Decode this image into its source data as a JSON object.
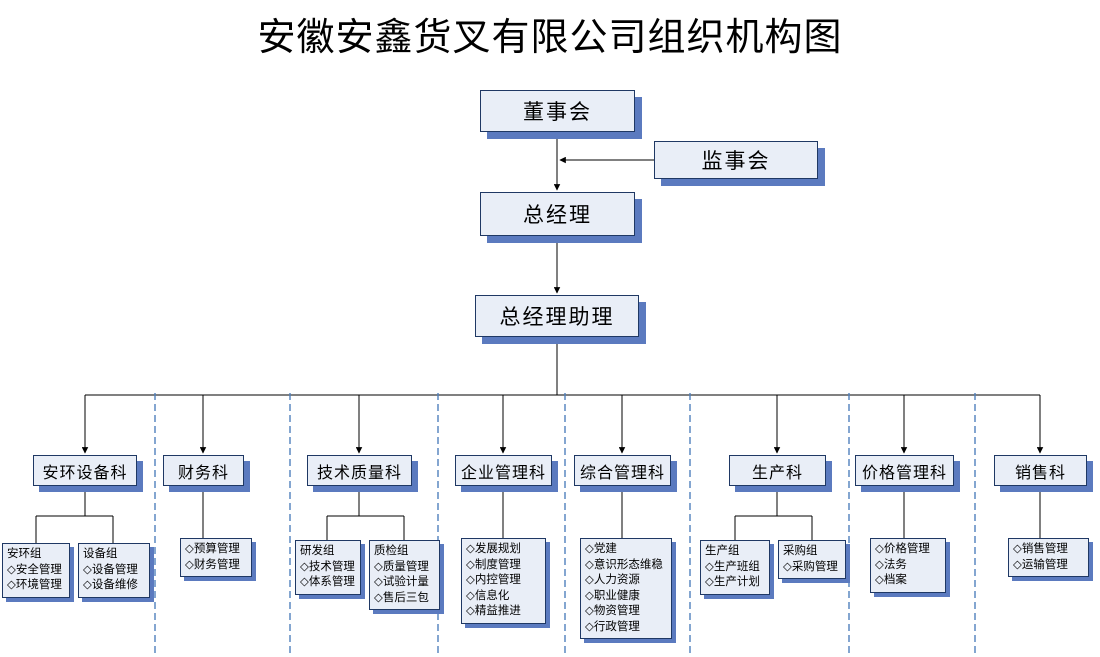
{
  "title": "安徽安鑫货叉有限公司组织机构图",
  "top": {
    "board": "董事会",
    "supervisory": "监事会",
    "gm": "总经理",
    "gm_assistant": "总经理助理"
  },
  "departments": [
    {
      "name": "安环设备科",
      "groups": [
        {
          "name": "安环组",
          "items": [
            "◇安全管理",
            "◇环境管理"
          ]
        },
        {
          "name": "设备组",
          "items": [
            "◇设备管理",
            "◇设备维修"
          ]
        }
      ]
    },
    {
      "name": "财务科",
      "items": [
        "◇预算管理",
        "◇财务管理"
      ]
    },
    {
      "name": "技术质量科",
      "groups": [
        {
          "name": "研发组",
          "items": [
            "◇技术管理",
            "◇体系管理"
          ]
        },
        {
          "name": "质检组",
          "items": [
            "◇质量管理",
            "◇试验计量",
            "◇售后三包"
          ]
        }
      ]
    },
    {
      "name": "企业管理科",
      "items": [
        "◇发展规划",
        "◇制度管理",
        "◇内控管理",
        "◇信息化",
        "◇精益推进"
      ]
    },
    {
      "name": "综合管理科",
      "items": [
        "◇党建",
        "◇意识形态维稳",
        "◇人力资源",
        "◇职业健康",
        "◇物资管理",
        "◇行政管理"
      ]
    },
    {
      "name": "生产科",
      "groups": [
        {
          "name": "生产组",
          "items": [
            "◇生产班组",
            "◇生产计划"
          ]
        },
        {
          "name": "采购组",
          "items": [
            "◇采购管理"
          ]
        }
      ]
    },
    {
      "name": "价格管理科",
      "items": [
        "◇价格管理",
        "◇法务",
        "◇档案"
      ]
    },
    {
      "name": "销售科",
      "items": [
        "◇销售管理",
        "◇运输管理"
      ]
    }
  ],
  "colors": {
    "box_fill": "#e9eef7",
    "box_border": "#1f3864",
    "box_shadow": "#5b7abf",
    "connector_line": "#000000",
    "column_divider": "#4f81bd"
  }
}
